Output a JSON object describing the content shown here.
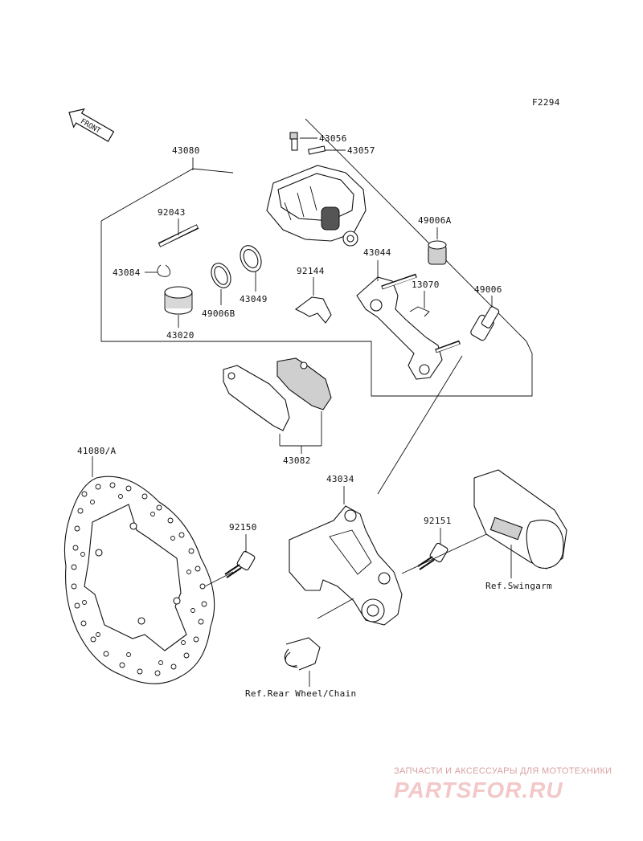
{
  "figure_code": "F2294",
  "front_label": "FRONT",
  "parts": {
    "p43056": "43056",
    "p43057": "43057",
    "p43080": "43080",
    "p92043": "92043",
    "p49006A": "49006A",
    "p43044": "43044",
    "p43084": "43084",
    "p92144": "92144",
    "p13070": "13070",
    "p49006": "49006",
    "p43049": "43049",
    "p49006B": "49006B",
    "p43020": "43020",
    "p43082": "43082",
    "p41080A": "41080/A",
    "p43034": "43034",
    "p92151": "92151",
    "p92150": "92150"
  },
  "refs": {
    "swingarm": "Ref.Swingarm",
    "rear_wheel": "Ref.Rear Wheel/Chain"
  },
  "watermark": {
    "line1": "ЗАПЧАСТИ И АКСЕССУАРЫ ДЛЯ МОТОТЕХНИКИ",
    "logo": "PARTSFOR.RU"
  }
}
